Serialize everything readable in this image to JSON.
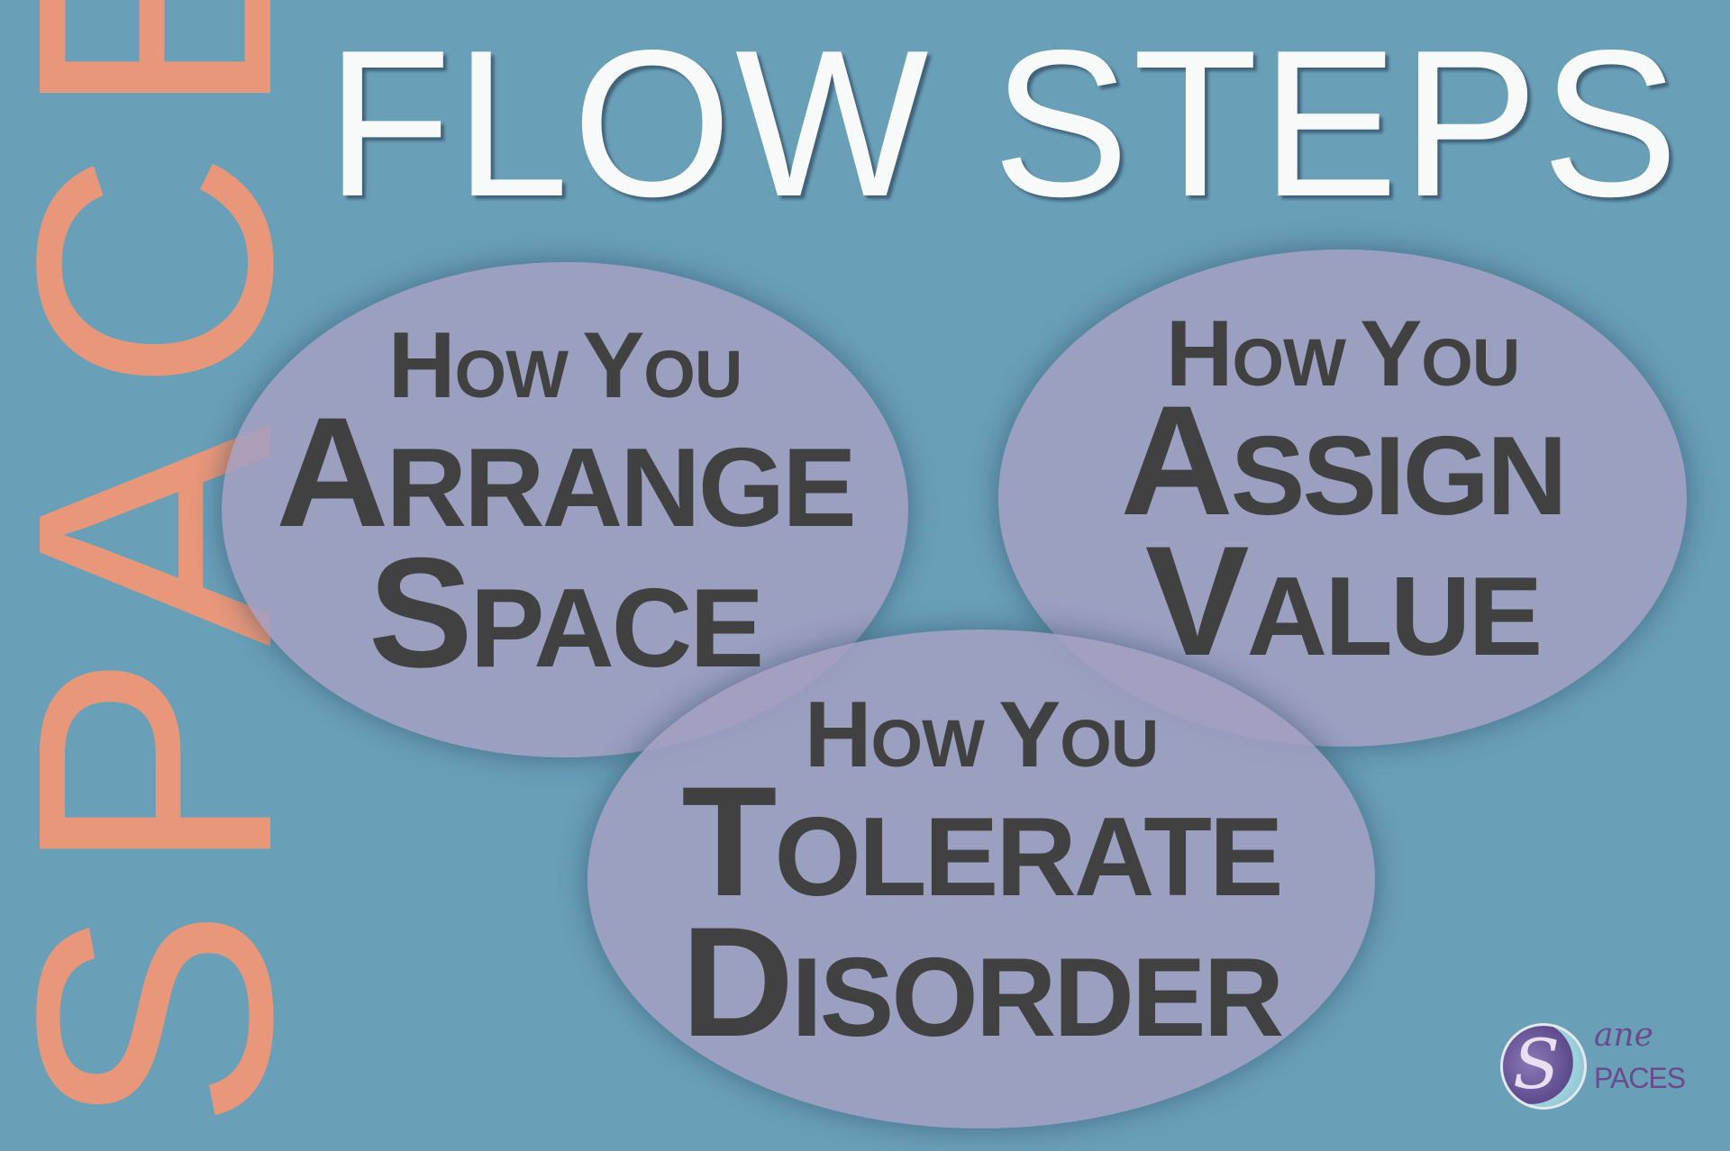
{
  "vertical_word": "SPACE",
  "title": "FLOW STEPS",
  "colors": {
    "background": "#6a9fb8",
    "vertical_word": "#e8977a",
    "title": "#f8fafa",
    "ellipse": "#9a9fc0",
    "ellipse_text": "#414141"
  },
  "steps": [
    {
      "lead": [
        "How",
        "You"
      ],
      "main": [
        [
          "Arrange"
        ],
        [
          "Space"
        ]
      ]
    },
    {
      "lead": [
        "How",
        "You"
      ],
      "main": [
        [
          "Assign"
        ],
        [
          "Value"
        ]
      ]
    },
    {
      "lead": [
        "How",
        "You"
      ],
      "main": [
        [
          "Tolerate"
        ],
        [
          "Disorder"
        ]
      ]
    }
  ],
  "logo": {
    "script": "ane",
    "initial": "S",
    "text": "PACES"
  }
}
